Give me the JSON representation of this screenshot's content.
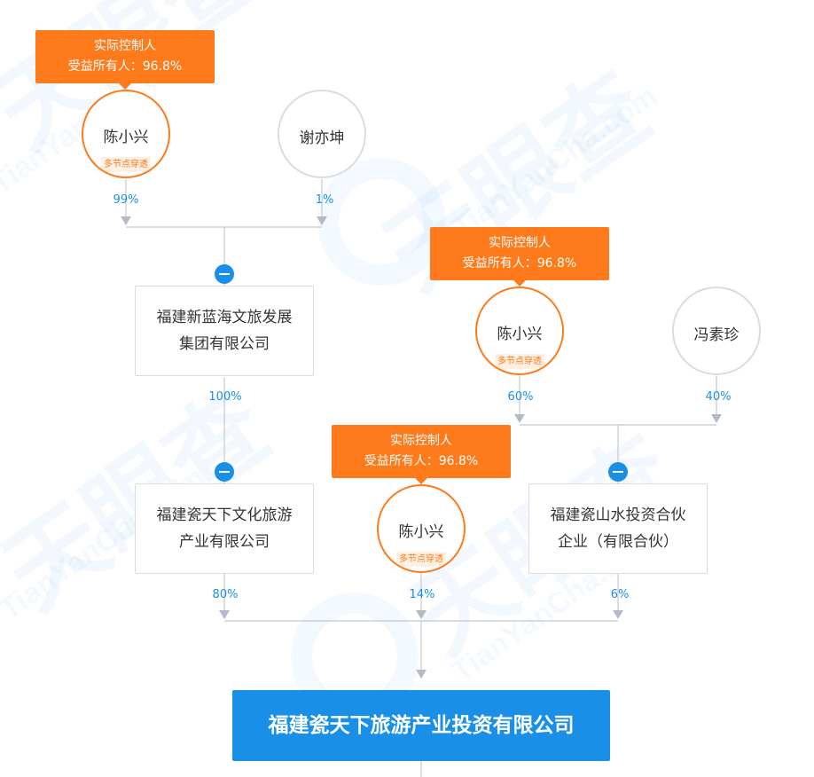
{
  "watermark": {
    "brand": "天眼查",
    "domain": "TianYanCha.com"
  },
  "controller_badge": {
    "title": "实际控制人",
    "benefit": "受益所有人：96.8%"
  },
  "penetration_tag": "多节点穿透",
  "persons": {
    "chen_1": {
      "name": "陈小兴",
      "pct": "99%"
    },
    "xie": {
      "name": "谢亦坤",
      "pct": "1%"
    },
    "chen_2": {
      "name": "陈小兴",
      "pct": "60%"
    },
    "feng": {
      "name": "冯素珍",
      "pct": "40%"
    },
    "chen_3": {
      "name": "陈小兴",
      "pct": "14%"
    }
  },
  "companies": {
    "xinlan": {
      "name_line1": "福建新蓝海文旅发展",
      "name_line2": "集团有限公司",
      "pct": "100%"
    },
    "cici_culture": {
      "name_line1": "福建瓷天下文化旅游",
      "name_line2": "产业有限公司",
      "pct": "80%"
    },
    "cici_shanshui": {
      "name_line1": "福建瓷山水投资合伙",
      "name_line2": "企业（有限合伙）",
      "pct": "6%"
    }
  },
  "target_company": "福建瓷天下旅游产业投资有限公司",
  "colors": {
    "accent_orange": "#ff7a1a",
    "accent_blue": "#1a8fe8",
    "line_gray": "#c3c8d2"
  }
}
